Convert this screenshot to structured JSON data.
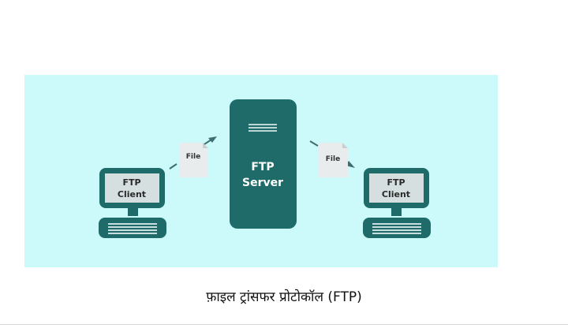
{
  "diagram": {
    "server": {
      "line1": "FTP",
      "line2": "Server"
    },
    "client_left": {
      "line1": "FTP",
      "line2": "Client"
    },
    "client_right": {
      "line1": "FTP",
      "line2": "Client"
    },
    "file_left": "File",
    "file_right": "File",
    "colors": {
      "panel": "#ccfafa",
      "device": "#1f6b6a",
      "screen": "#d5dfdf",
      "file": "#e8ecec"
    },
    "icons": [
      "server-icon",
      "computer-icon",
      "document-icon",
      "arrow-icon"
    ]
  },
  "caption": "फ़ाइल ट्रांसफर प्रोटोकॉल (FTP)"
}
